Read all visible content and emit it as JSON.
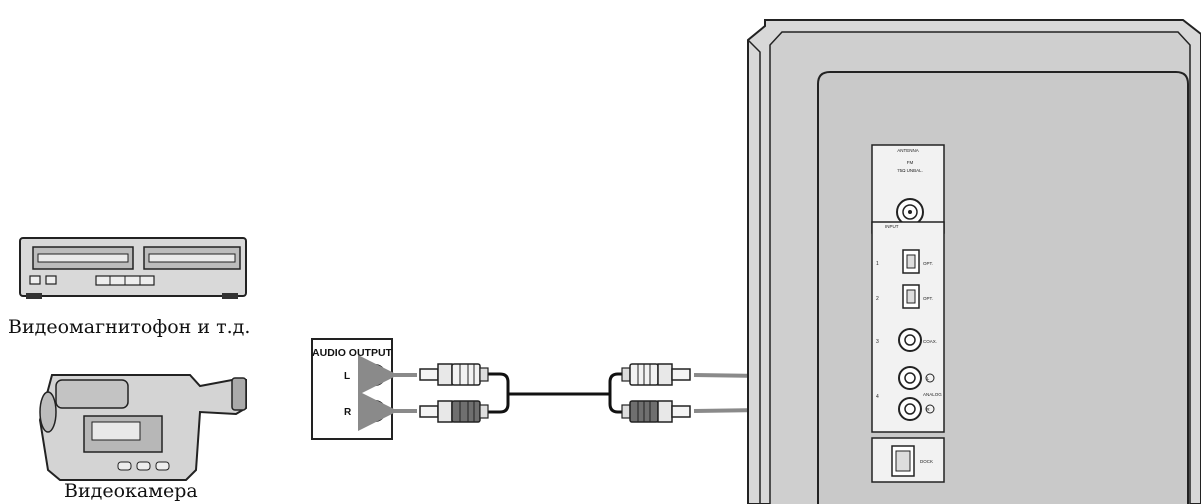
{
  "devices": {
    "vcr_caption": "Видеомагнитофон и т.д.",
    "camcorder_caption": "Видеокамера"
  },
  "audio_output_panel": {
    "title": "AUDIO OUTPUT",
    "left_label": "L",
    "right_label": "R"
  },
  "speaker_panel": {
    "antenna_title": "ANTENNA",
    "antenna_sub1": "FM",
    "antenna_sub2": "75Ω UNBAL.",
    "input_title": "INPUT",
    "input_1": "1",
    "input_1_label": "OPT.",
    "input_2": "2",
    "input_2_label": "OPT.",
    "input_3": "3",
    "input_3_label": "COAX.",
    "input_4": "4",
    "input_4_label": "ANALOG",
    "jack_l": "L",
    "jack_r": "R",
    "dock_label": "DOCK"
  }
}
